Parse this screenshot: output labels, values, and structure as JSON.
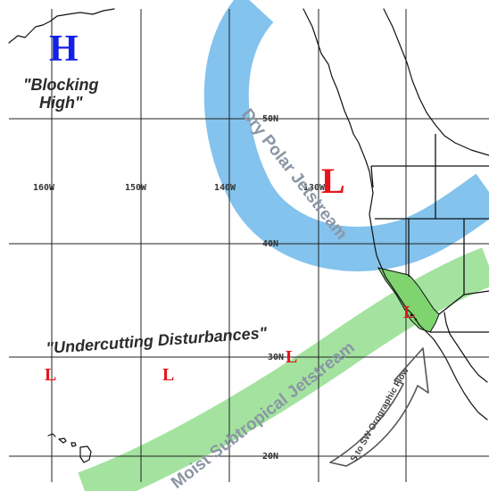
{
  "colors": {
    "low": "#e8141c",
    "high": "#1420e6",
    "polar_jet": "#7cc0ec",
    "subtropical_jet": "#9ee29a",
    "california_fill": "#7fd46f",
    "grid": "#222222"
  },
  "pressure_centers": {
    "high": "H",
    "low_symbol": "L"
  },
  "labels": {
    "blocking_high_line1": "\"Blocking",
    "blocking_high_line2": "High\"",
    "undercutting": "\"Undercutting  Disturbances\"",
    "dry_polar_jet": "Dry Polar Jetstream",
    "moist_subtropical_jet": "Moist Subtropical Jetstream",
    "orographic_flow": "S to SW Orographic Flow"
  },
  "coordinates": {
    "lat_50": "50N",
    "lat_40": "40N",
    "lat_30": "30N",
    "lat_20": "20N",
    "lon_160": "160W",
    "lon_150": "150W",
    "lon_140": "140W",
    "lon_130": "130W"
  }
}
